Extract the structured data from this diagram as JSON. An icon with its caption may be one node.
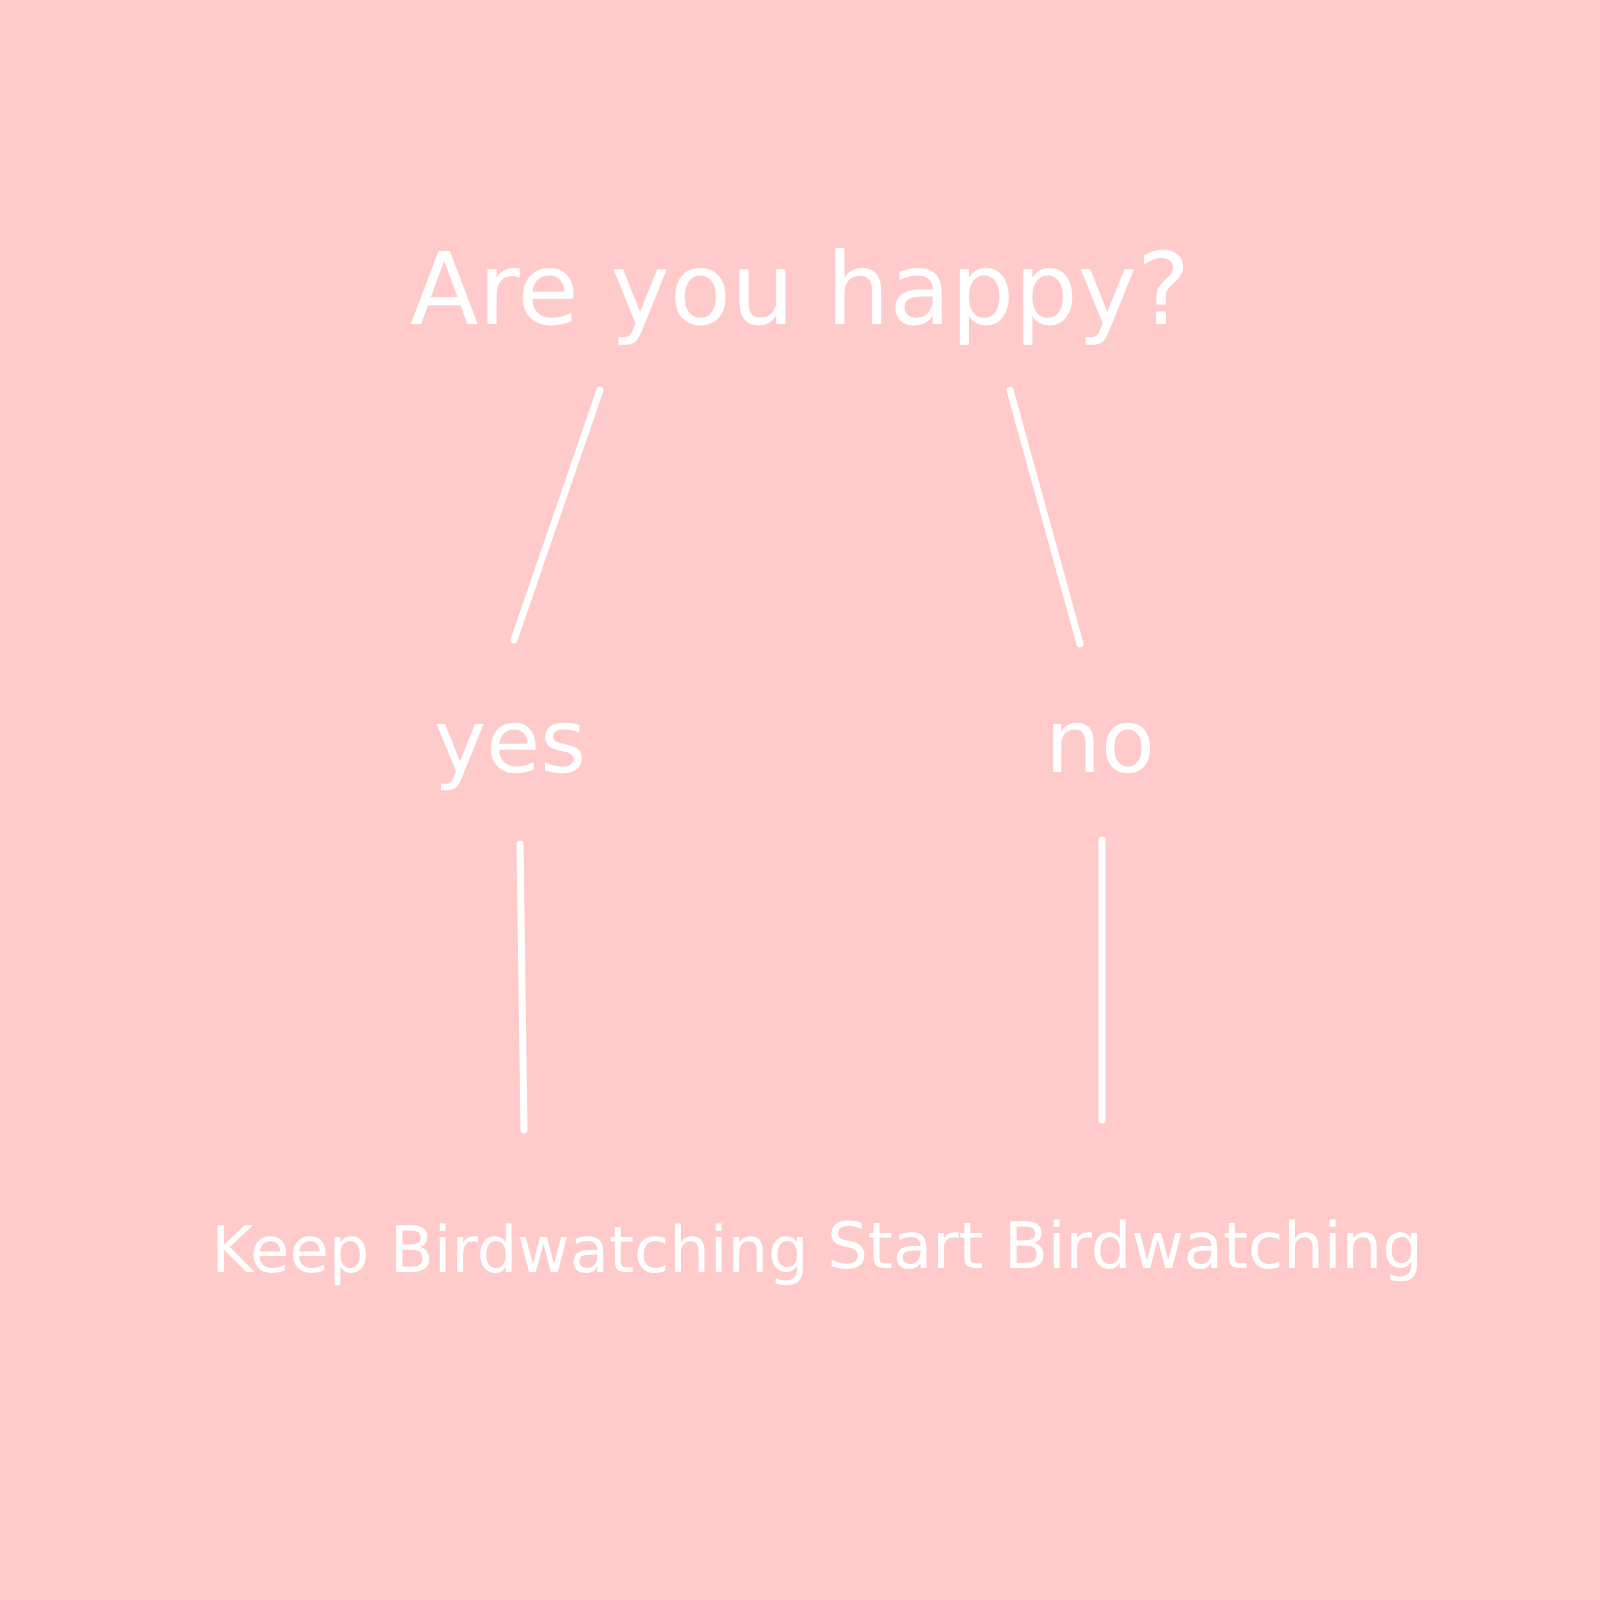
{
  "diagram": {
    "nodes": [
      {
        "text": [
          "Are you happy?"
        ]
      },
      {
        "text": [
          "yes"
        ]
      },
      {
        "text": [
          "no"
        ]
      },
      {
        "text": [
          "Keep Birdwatching"
        ]
      },
      {
        "text": [
          "Start Birdwatching"
        ]
      }
    ],
    "edges": [
      {
        "from": 0,
        "to": 1,
        "arrow": "none"
      },
      {
        "from": 0,
        "to": 2,
        "arrow": "none"
      },
      {
        "from": 1,
        "to": 3,
        "arrow": "none"
      },
      {
        "from": 2,
        "to": 4,
        "arrow": "none"
      }
    ]
  }
}
